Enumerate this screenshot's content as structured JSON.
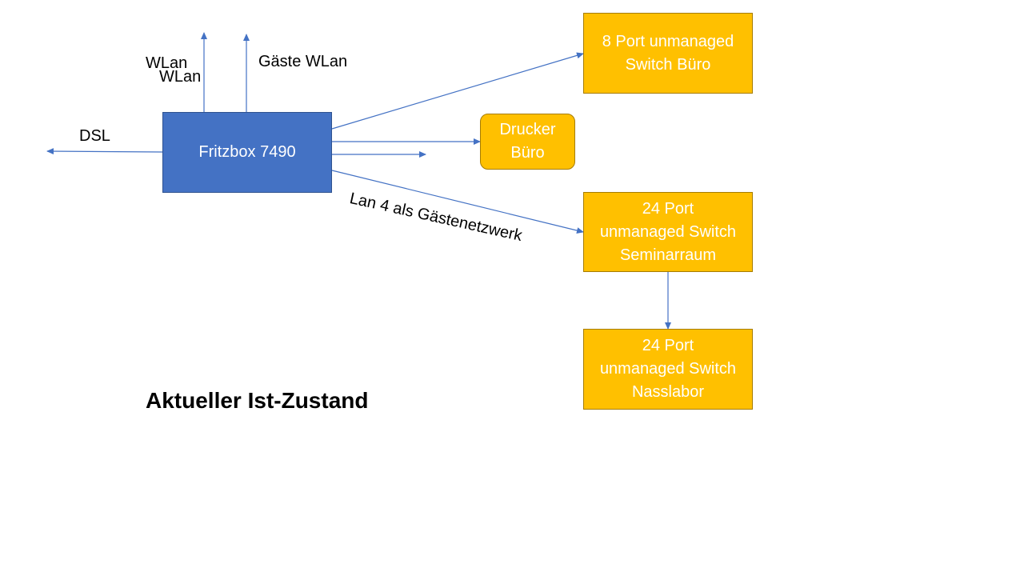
{
  "nodes": {
    "fritzbox": "Fritzbox 7490",
    "switch_buero": [
      "8 Port unmanaged",
      "Switch Büro"
    ],
    "drucker": [
      "Drucker",
      "Büro"
    ],
    "switch_seminar": [
      "24 Port",
      "unmanaged Switch",
      "Seminarraum"
    ],
    "switch_nasslabor": [
      "24 Port",
      "unmanaged Switch",
      "Nasslabor"
    ]
  },
  "labels": {
    "wlan_1": "WLan",
    "wlan_2": "WLan",
    "gaeste_wlan": "Gäste WLan",
    "dsl": "DSL",
    "lan4": "Lan 4 als Gästenetzwerk"
  },
  "title": "Aktueller Ist-Zustand",
  "colors": {
    "router_fill": "#4472c4",
    "switch_fill": "#ffc000",
    "connector": "#4472c4"
  }
}
